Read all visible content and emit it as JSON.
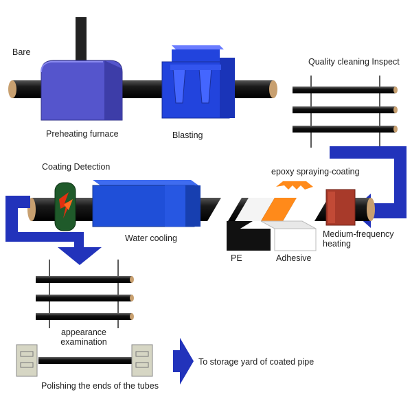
{
  "labels": {
    "bare": "Bare",
    "preheating_furnace": "Preheating furnace",
    "blasting": "Blasting",
    "quality_cleaning": "Quality cleaning Inspect",
    "coating_detection": "Coating Detection",
    "epoxy_spraying": "epoxy spraying-coating",
    "water_cooling": "Water cooling",
    "medium_frequency_1": "Medium-frequency",
    "medium_frequency_2": "heating",
    "pe": "PE",
    "adhesive": "Adhesive",
    "appearance_1": "appearance",
    "appearance_2": "examination",
    "polishing": "Polishing the ends of the tubes",
    "storage": "To storage yard of coated pipe"
  },
  "colors": {
    "pipe": "#111111",
    "pipe_end": "#c8a070",
    "furnace": "#5555cc",
    "blaster": "#2244dd",
    "arrow": "#2233bb",
    "cooling": "#1f4fd8",
    "heater": "#a83a2a",
    "epoxy": "#ff8a1a",
    "detector": "#1f5a2a",
    "grinder": "#d6d6c4"
  }
}
